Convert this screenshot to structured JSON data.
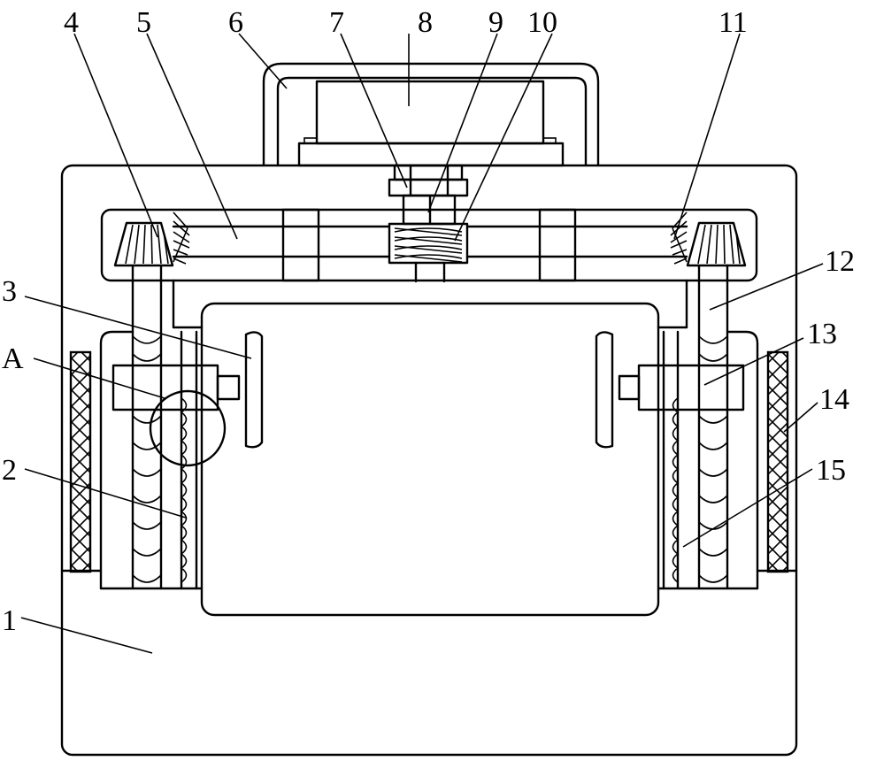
{
  "labels": {
    "l1": "1",
    "l2": "2",
    "l3": "3",
    "l4": "4",
    "l5": "5",
    "l6": "6",
    "l7": "7",
    "l8": "8",
    "l9": "9",
    "l10": "10",
    "l11": "11",
    "l12": "12",
    "l13": "13",
    "l14": "14",
    "l15": "15",
    "lA": "A"
  }
}
